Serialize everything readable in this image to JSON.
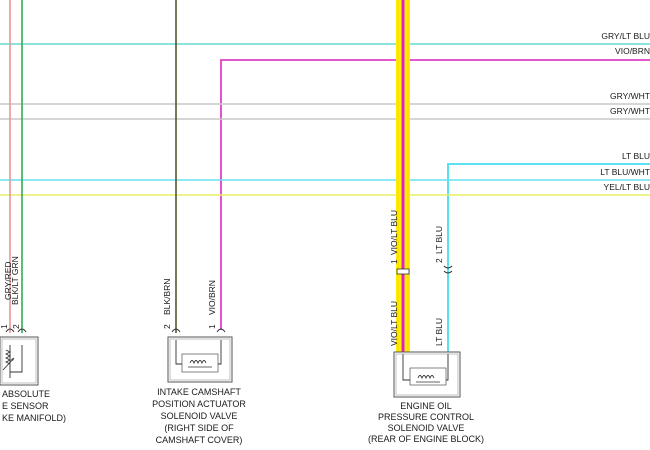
{
  "wires": {
    "gry_lt_blu": "GRY/LT BLU",
    "vio_brn": "VIO/BRN",
    "gry_wht_1": "GRY/WHT",
    "gry_wht_2": "GRY/WHT",
    "lt_blu": "LT BLU",
    "lt_blu_wht": "LT BLU/WHT",
    "yel_lt_blu": "YEL/LT BLU"
  },
  "pins": {
    "sensor_left_label": "GRY/RED",
    "sensor_right_label": "BLK/LT GRN",
    "sensor_pin1": "1",
    "sensor_pin2": "2",
    "cam_pin2": "2",
    "cam_pin2_label": "BLK/BRN",
    "cam_pin1": "1",
    "cam_pin1_label": "VIO/BRN",
    "oil_upper_pin1": "1",
    "oil_upper_label": "VIO/LT BLU",
    "oil_upper_pin2": "2",
    "oil_upper_pin2_label": "LT BLU",
    "oil_lower_left_label": "VIO/LT BLU",
    "oil_lower_right_label": "LT BLU"
  },
  "components": {
    "map_sensor": [
      "ABSOLUTE",
      "E SENSOR",
      "KE MANIFOLD)"
    ],
    "cam_actuator": [
      "INTAKE CAMSHAFT",
      "POSITION ACTUATOR",
      "SOLENOID VALVE",
      "(RIGHT SIDE OF",
      "CAMSHAFT COVER)"
    ],
    "oil_valve": [
      "ENGINE OIL",
      "PRESSURE CONTROL",
      "SOLENOID VALVE",
      "(REAR OF ENGINE BLOCK)"
    ]
  },
  "colors": {
    "gry_lt_blu": "#66d8d0",
    "vio_brn": "#e040c8",
    "gry_wht": "#c8c8c8",
    "lt_blu": "#44ddee",
    "lt_blu_wht": "#66e0f0",
    "yel_lt_blu": "#e8ee66",
    "gry_red": "#e89898",
    "blk_lt_grn": "#33aa55",
    "blk_brn": "#555533",
    "yellow": "#ffee00",
    "magenta": "#dd22cc"
  }
}
